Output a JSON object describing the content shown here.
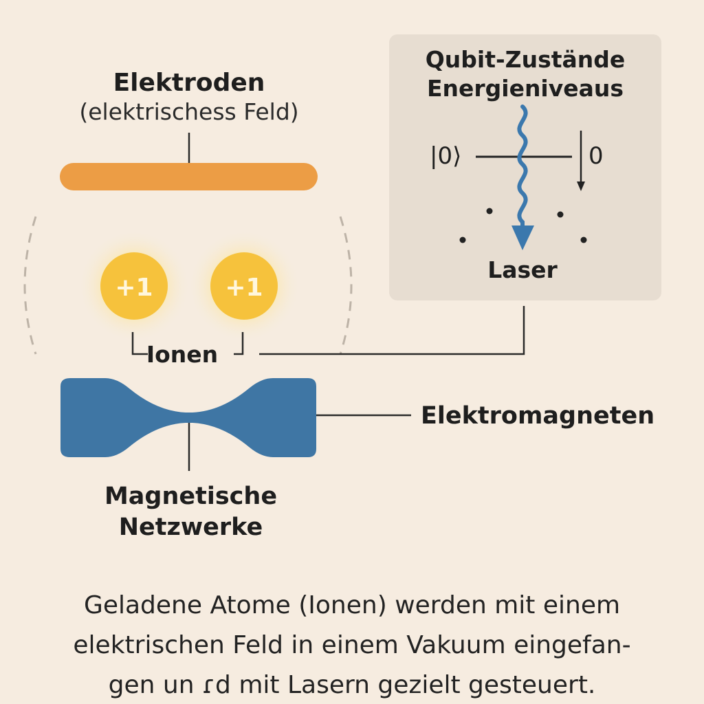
{
  "electrodes": {
    "title": "Elektroden",
    "subtitle": "(elektrischess Feld)"
  },
  "ions": {
    "charges": [
      "+1",
      "+1"
    ],
    "label": "Ionen"
  },
  "qubit_panel": {
    "title_line1": "Qubit-Zustände",
    "title_line2": "Energieniveaus",
    "ket_left": "|0⟩",
    "ket_right": "0",
    "laser_label": "Laser"
  },
  "electromagnets": {
    "label": "Elektromagneten"
  },
  "magnetic_networks": {
    "line1": "Magnetische",
    "line2": "Netzwerke"
  },
  "caption": {
    "line1": "Geladene Atome (Ionen) werden mit einem",
    "line2": "elektrischen Feld in einem Vakuum eingefan-",
    "line3": "gen un ɾd mit Lasern gezielt gesteuert."
  },
  "colors": {
    "background": "#f6ece0",
    "electrode": "#ec9d45",
    "ion": "#f6c23c",
    "magnet": "#3f76a4",
    "laser": "#3b78ad",
    "panel": "#e7ddd1"
  }
}
